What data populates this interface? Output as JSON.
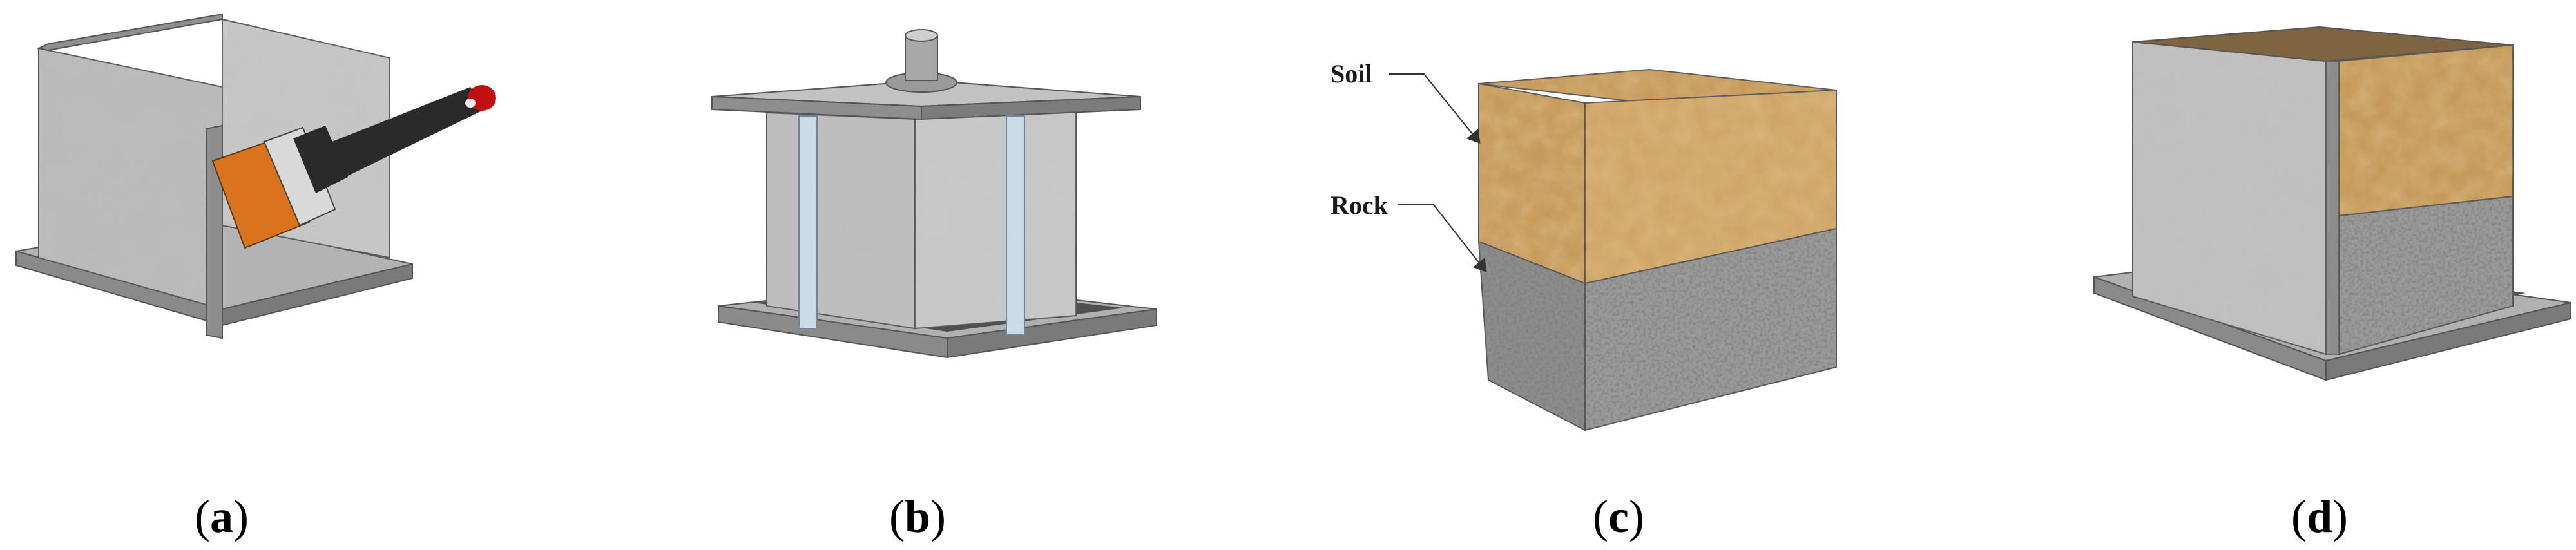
{
  "panels": [
    {
      "id": "a",
      "open": "(",
      "letter": "a",
      "close": ")"
    },
    {
      "id": "b",
      "open": "(",
      "letter": "b",
      "close": ")"
    },
    {
      "id": "c",
      "open": "(",
      "letter": "c",
      "close": ")"
    },
    {
      "id": "d",
      "open": "(",
      "letter": "d",
      "close": ")"
    }
  ],
  "labels": {
    "soil": "Soil",
    "rock": "Rock"
  },
  "icons": {
    "paint_brush": "paint-brush-icon"
  },
  "colors": {
    "concrete": "#b8b8b8",
    "concrete_dark": "#8e8e8e",
    "base_edge": "#6f6f6f",
    "soil": "#c69a5a",
    "rock": "#8c8c8c",
    "rod": "#c9dce7",
    "brush_handle": "#2a2a2a",
    "brush_tip": "#c01010",
    "bristles": "#d9731e"
  }
}
